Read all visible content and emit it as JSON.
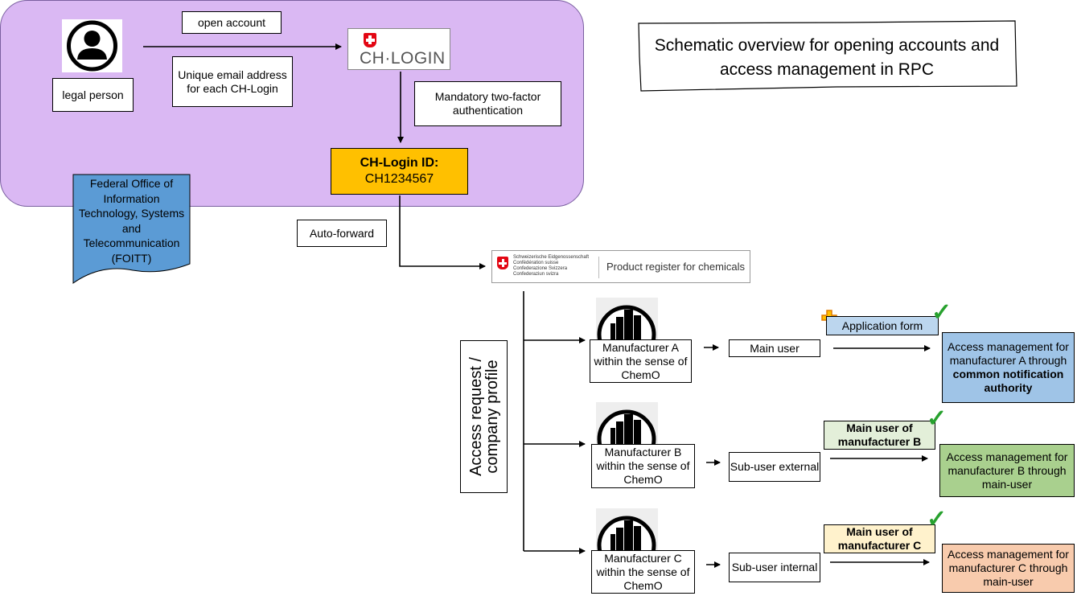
{
  "title": "Schematic overview for opening accounts and access management in RPC",
  "legal_person": "legal person",
  "open_account": "open account",
  "unique_email": "Unique email address for each CH-Login",
  "chlogin_logo": "CH·LOGIN",
  "two_factor": "Mandatory two-factor authentication",
  "chlogin_id_label": "CH-Login ID:",
  "chlogin_id_value": "CH1234567",
  "foitt": "Federal Office of Information Technology, Systems and Telecommunication (FOITT)",
  "auto_forward": "Auto-forward",
  "rpc_header": {
    "lang_lines": [
      "Schweizerische Eidgenossenschaft",
      "Confédération suisse",
      "Confederazione Svizzera",
      "Confederaziun svizra"
    ],
    "product": "Product register for chemicals"
  },
  "access_request": "Access request / company profile",
  "rows": [
    {
      "manufacturer": "Manufacturer A within the sense of ChemO",
      "user": "Main user",
      "badge": "Application form",
      "access": [
        "Access management for manufacturer A through ",
        "common notification authority"
      ],
      "colors": {
        "badge": "#bcd6ee",
        "access": "#9fc4e7"
      }
    },
    {
      "manufacturer": "Manufacturer B within the sense of ChemO",
      "user": "Sub-user external",
      "badge": "Main user of manufacturer B",
      "access": [
        "Access management for manufacturer B through main-user",
        ""
      ],
      "colors": {
        "badge": "#e3efd9",
        "access": "#a9d08e"
      }
    },
    {
      "manufacturer": "Manufacturer C within the sense of ChemO",
      "user": "Sub-user internal",
      "badge": "Main user of manufacturer C",
      "access": [
        "Access management for manufacturer C through main-user",
        ""
      ],
      "colors": {
        "badge": "#fff2cc",
        "access": "#f8cbad"
      }
    }
  ],
  "colors": {
    "purple": "#dab8f3",
    "id_box": "#ffc000",
    "foitt": "#5b9bd5",
    "swiss_red": "#e30613",
    "check": "#27a12e"
  },
  "icons": [
    "person-icon",
    "swiss-cross-icon",
    "building-icon",
    "plus-icon",
    "checkmark-icon"
  ]
}
